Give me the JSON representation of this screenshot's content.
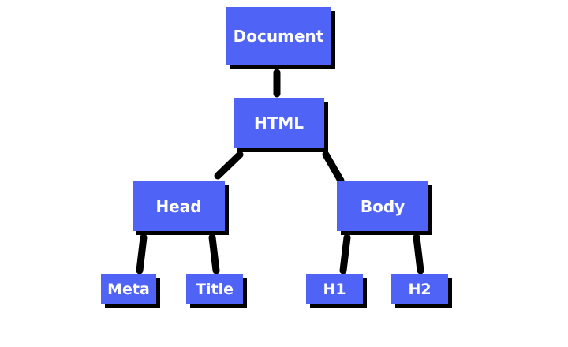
{
  "tree": {
    "root": {
      "label": "Document"
    },
    "html": {
      "label": "HTML"
    },
    "head": {
      "label": "Head"
    },
    "body": {
      "label": "Body"
    },
    "meta": {
      "label": "Meta"
    },
    "title": {
      "label": "Title"
    },
    "h1": {
      "label": "H1"
    },
    "h2": {
      "label": "H2"
    }
  },
  "colors": {
    "node_fill": "#4f64f6",
    "node_shadow": "#000000",
    "node_text": "#ffffff",
    "connector": "#000000",
    "background": "#ffffff"
  }
}
